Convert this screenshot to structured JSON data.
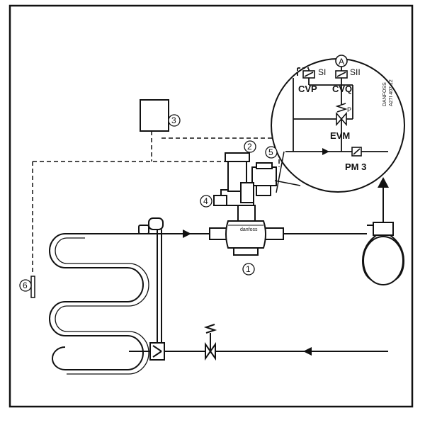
{
  "callouts": {
    "c1": "1",
    "c2": "2",
    "c3": "3",
    "c4": "4",
    "c5": "5",
    "c6": "6"
  },
  "pilot_detail": {
    "cvp": "CVP",
    "cvq": "CVQ",
    "evm": "EVM",
    "pm3": "PM 3",
    "port_s1": "SI",
    "port_s2": "SII",
    "gauge": "A",
    "port_p": "P"
  },
  "valve_body_mark": "danfoss",
  "ref_code": {
    "brand": "DANFOSS",
    "code": "A27I 407.12"
  },
  "colors": {
    "line": "#111111",
    "background": "#ffffff"
  }
}
